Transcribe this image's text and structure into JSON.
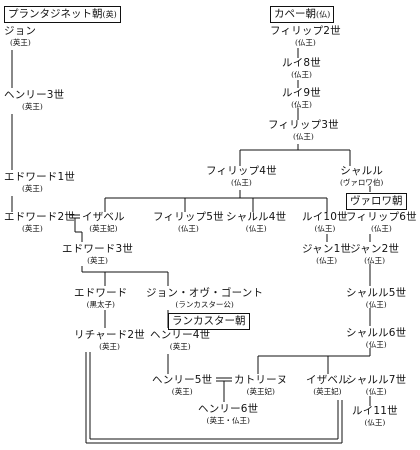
{
  "dynasties": {
    "plantagenet": {
      "label": "プランタジネット朝",
      "sub": "(英)"
    },
    "capet": {
      "label": "カペー朝",
      "sub": "(仏)"
    },
    "valois": {
      "label": "ヴァロワ朝",
      "sub": ""
    },
    "lancaster": {
      "label": "ランカスター朝",
      "sub": ""
    }
  },
  "people": {
    "john": {
      "name": "ジョン",
      "title": "(英王)"
    },
    "henry3": {
      "name": "ヘンリー3世",
      "title": "(英王)"
    },
    "edward1": {
      "name": "エドワード1世",
      "title": "(英王)"
    },
    "edward2": {
      "name": "エドワード2世",
      "title": "(英王)"
    },
    "isabelle1": {
      "name": "イザベル",
      "title": "(英王妃)"
    },
    "edward3": {
      "name": "エドワード3世",
      "title": "(英王)"
    },
    "black_prince": {
      "name": "エドワード",
      "title": "(黒太子)"
    },
    "john_gaunt": {
      "name": "ジョン・オヴ・ゴーント",
      "title": "(ランカスター公)"
    },
    "richard2": {
      "name": "リチャード2世",
      "title": "(英王)"
    },
    "henry4": {
      "name": "ヘンリー4世",
      "title": "(英王)"
    },
    "henry5": {
      "name": "ヘンリー5世",
      "title": "(英王)"
    },
    "catherine": {
      "name": "カトリーヌ",
      "title": "(英王妃)"
    },
    "isabelle2": {
      "name": "イザベル",
      "title": "(英王妃)"
    },
    "henry6": {
      "name": "ヘンリー6世",
      "title": "(英王・仏王)"
    },
    "philippe2": {
      "name": "フィリップ2世",
      "title": "(仏王)"
    },
    "louis8": {
      "name": "ルイ8世",
      "title": "(仏王)"
    },
    "louis9": {
      "name": "ルイ9世",
      "title": "(仏王)"
    },
    "philippe3": {
      "name": "フィリップ3世",
      "title": "(仏王)"
    },
    "philippe4": {
      "name": "フィリップ4世",
      "title": "(仏王)"
    },
    "charles_valois": {
      "name": "シャルル",
      "title": "(ヴァロワ伯)"
    },
    "philippe5": {
      "name": "フィリップ5世",
      "title": "(仏王)"
    },
    "charles4": {
      "name": "シャルル4世",
      "title": "(仏王)"
    },
    "louis10": {
      "name": "ルイ10世",
      "title": "(仏王)"
    },
    "jean1": {
      "name": "ジャン1世",
      "title": "(仏王)"
    },
    "philippe6": {
      "name": "フィリップ6世",
      "title": "(仏王)"
    },
    "jean2": {
      "name": "ジャン2世",
      "title": "(仏王)"
    },
    "charles5": {
      "name": "シャルル5世",
      "title": "(仏王)"
    },
    "charles6": {
      "name": "シャルル6世",
      "title": "(仏王)"
    },
    "charles7": {
      "name": "シャルル7世",
      "title": "(仏王)"
    },
    "louis11": {
      "name": "ルイ11世",
      "title": "(仏王)"
    }
  }
}
